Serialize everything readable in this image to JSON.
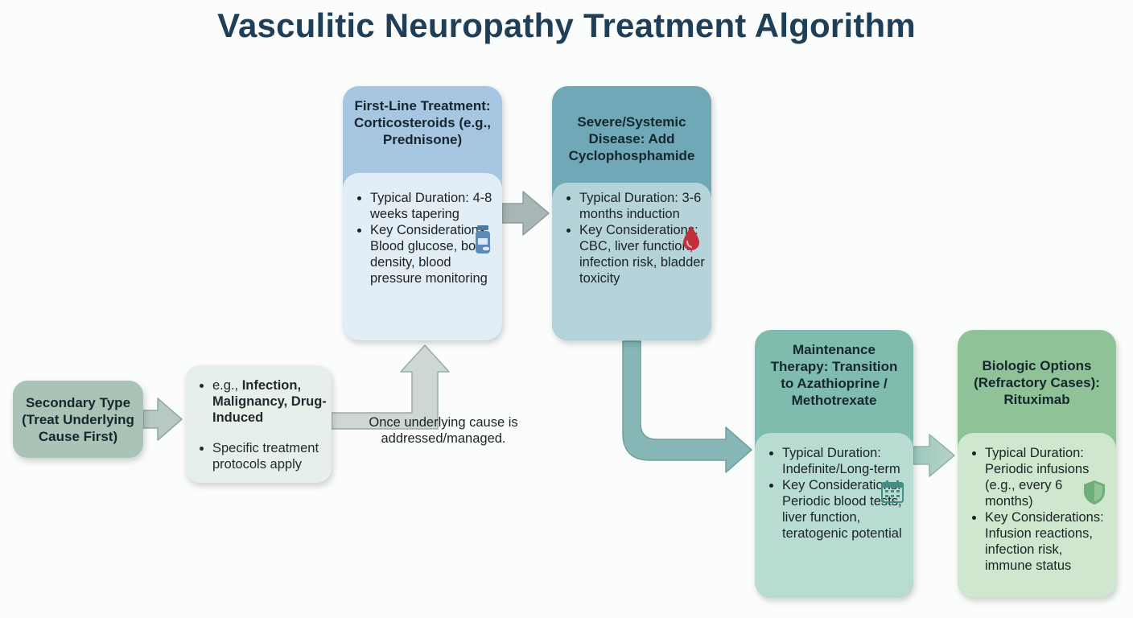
{
  "title": "Vasculitic Neuropathy Treatment Algorithm",
  "secondary": {
    "title": "Secondary Type (Treat Underlying Cause First)",
    "examples_prefix": "e.g., ",
    "examples_bold": "Infection, Malignancy, Drug-Induced",
    "protocols": "Specific treatment protocols apply"
  },
  "transition_note": "Once underlying cause is addressed/managed.",
  "first_line": {
    "title": "First-Line Treatment: Corticosteroids (e.g., Prednisone)",
    "duration": "Typical Duration: 4-8 weeks tapering",
    "considerations": "Key Considerations: Blood glucose, bone density, blood pressure monitoring",
    "icon": "pill-bottle-icon"
  },
  "severe": {
    "title": "Severe/Systemic Disease: Add Cyclophosphamide",
    "duration": "Typical Duration: 3-6 months induction",
    "considerations": "Key Considerations: CBC, liver function, infection risk, bladder toxicity",
    "icon": "blood-drop-icon"
  },
  "maintenance": {
    "title": "Maintenance Therapy: Transition to Azathioprine / Methotrexate",
    "duration": "Typical Duration: Indefinite/Long-term",
    "considerations": "Key Considerations: Periodic blood tests, liver function, teratogenic potential",
    "icon": "calendar-icon"
  },
  "biologic": {
    "title": "Biologic Options (Refractory Cases): Rituximab",
    "duration": "Typical Duration: Periodic infusions (e.g., every 6 months)",
    "considerations": "Key Considerations: Infusion reactions, infection risk, immune status",
    "icon": "shield-icon"
  },
  "colors": {
    "title": "#1e3f57",
    "first_line_head": "#a7c6e1",
    "first_line_body": "#e3edf6",
    "severe_head": "#6fa8b6",
    "severe_body": "#b4d4da",
    "maintenance_head": "#7fbcae",
    "maintenance_body": "#b9dcd2",
    "biologic_head": "#90c297",
    "biologic_body": "#cfe6cf",
    "secondary": "#a9c4b7",
    "secondary_examples": "#e6efe9",
    "arrow": "#a8b9b6",
    "drop": "#c0303a"
  }
}
